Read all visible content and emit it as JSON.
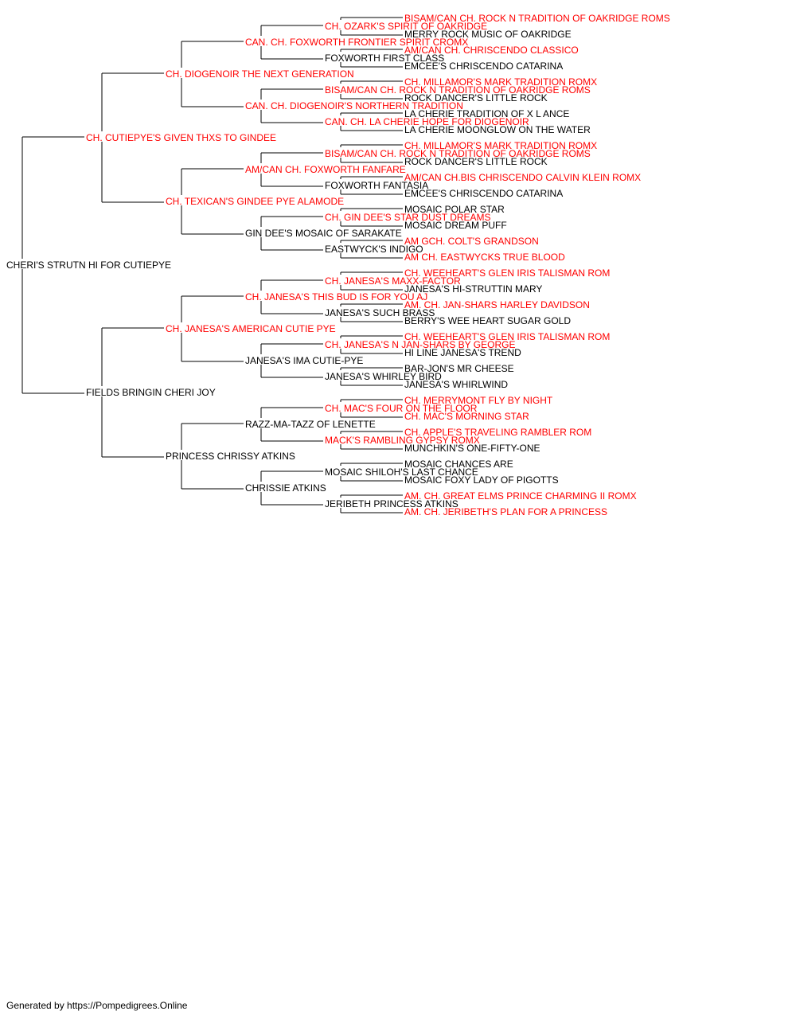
{
  "colors": {
    "champion": "#ff0000",
    "regular": "#000000",
    "line": "#000000"
  },
  "footer": "Generated by https://Pompedigrees.Online",
  "pedigree": [
    {
      "name": "CHERI'S STRUTN HI FOR CUTIEPYE",
      "champion": false
    },
    {
      "name": "CH. CUTIEPYE'S GIVEN THXS TO GINDEE",
      "champion": true
    },
    {
      "name": "FIELDS BRINGIN CHERI JOY",
      "champion": false
    },
    {
      "name": "CH. DIOGENOIR THE NEXT GENERATION",
      "champion": true
    },
    {
      "name": "CH. TEXICAN'S GINDEE PYE ALAMODE",
      "champion": true
    },
    {
      "name": "CH. JANESA'S AMERICAN CUTIE PYE",
      "champion": true
    },
    {
      "name": "PRINCESS CHRISSY ATKINS",
      "champion": false
    },
    {
      "name": "CAN. CH. FOXWORTH FRONTIER SPIRIT CROMX",
      "champion": true
    },
    {
      "name": "CAN. CH. DIOGENOIR'S NORTHERN TRADITION",
      "champion": true
    },
    {
      "name": "AM/CAN CH. FOXWORTH FANFARE",
      "champion": true
    },
    {
      "name": "GIN DEE'S MOSAIC OF SARAKATE",
      "champion": false
    },
    {
      "name": "CH. JANESA'S THIS BUD IS FOR YOU AJ",
      "champion": true
    },
    {
      "name": "JANESA'S IMA CUTIE-PYE",
      "champion": false
    },
    {
      "name": "RAZZ-MA-TAZZ OF LENETTE",
      "champion": false
    },
    {
      "name": "CHRISSIE ATKINS",
      "champion": false
    },
    {
      "name": "CH. OZARK'S SPIRIT OF OAKRIDGE",
      "champion": true
    },
    {
      "name": "FOXWORTH FIRST CLASS",
      "champion": false
    },
    {
      "name": "BISAM/CAN CH. ROCK N TRADITION OF OAKRIDGE ROMS",
      "champion": true
    },
    {
      "name": "CAN. CH. LA CHERIE HOPE FOR DIOGENOIR",
      "champion": true
    },
    {
      "name": "BISAM/CAN CH. ROCK N TRADITION OF OAKRIDGE ROMS",
      "champion": true
    },
    {
      "name": "FOXWORTH FANTASIA",
      "champion": false
    },
    {
      "name": "CH. GIN DEE'S STAR DUST DREAMS",
      "champion": true
    },
    {
      "name": "EASTWYCK'S INDIGO",
      "champion": false
    },
    {
      "name": "CH. JANESA'S MAXX-FACTOR",
      "champion": true
    },
    {
      "name": "JANESA'S SUCH BRASS",
      "champion": false
    },
    {
      "name": "CH. JANESA'S N JAN-SHARS BY GEORGE",
      "champion": true
    },
    {
      "name": "JANESA'S WHIRLEY BIRD",
      "champion": false
    },
    {
      "name": "CH. MAC'S FOUR ON THE FLOOR",
      "champion": true
    },
    {
      "name": "MACK'S RAMBLING GYPSY ROMX",
      "champion": true
    },
    {
      "name": "MOSAIC SHILOH'S LAST CHANCE",
      "champion": false
    },
    {
      "name": "JERIBETH PRINCESS ATKINS",
      "champion": false
    },
    {
      "name": "BISAM/CAN CH. ROCK N TRADITION OF OAKRIDGE ROMS",
      "champion": true
    },
    {
      "name": "MERRY ROCK MUSIC OF OAKRIDGE",
      "champion": false
    },
    {
      "name": "AM/CAN CH. CHRISCENDO CLASSICO",
      "champion": true
    },
    {
      "name": "EMCEE'S CHRISCENDO CATARINA",
      "champion": false
    },
    {
      "name": "CH. MILLAMOR'S MARK TRADITION ROMX",
      "champion": true
    },
    {
      "name": "ROCK DANCER'S LITTLE ROCK",
      "champion": false
    },
    {
      "name": "LA CHERIE TRADITION OF X L ANCE",
      "champion": false
    },
    {
      "name": "LA CHERIE MOONGLOW ON THE WATER",
      "champion": false
    },
    {
      "name": "CH. MILLAMOR'S MARK TRADITION ROMX",
      "champion": true
    },
    {
      "name": "ROCK DANCER'S LITTLE ROCK",
      "champion": false
    },
    {
      "name": "AM/CAN CH.BIS CHRISCENDO CALVIN KLEIN ROMX",
      "champion": true
    },
    {
      "name": "EMCEE'S CHRISCENDO CATARINA",
      "champion": false
    },
    {
      "name": "MOSAIC POLAR STAR",
      "champion": false
    },
    {
      "name": "MOSAIC DREAM PUFF",
      "champion": false
    },
    {
      "name": "AM GCH. COLT'S GRANDSON",
      "champion": true
    },
    {
      "name": "AM CH. EASTWYCKS TRUE BLOOD",
      "champion": true
    },
    {
      "name": "CH. WEEHEART'S GLEN IRIS TALISMAN ROM",
      "champion": true
    },
    {
      "name": "JANESA'S HI-STRUTTIN MARY",
      "champion": false
    },
    {
      "name": "AM. CH. JAN-SHARS HARLEY DAVIDSON",
      "champion": true
    },
    {
      "name": "BERRY'S WEE HEART SUGAR GOLD",
      "champion": false
    },
    {
      "name": "CH. WEEHEART'S GLEN IRIS TALISMAN ROM",
      "champion": true
    },
    {
      "name": "HI LINE JANESA'S TREND",
      "champion": false
    },
    {
      "name": "BAR-JON'S MR CHEESE",
      "champion": false
    },
    {
      "name": "JANESA'S WHIRLWIND",
      "champion": false
    },
    {
      "name": "CH. MERRYMONT FLY BY NIGHT",
      "champion": true
    },
    {
      "name": "CH. MAC'S MORNING STAR",
      "champion": true
    },
    {
      "name": "CH. APPLE'S TRAVELING RAMBLER ROM",
      "champion": true
    },
    {
      "name": "MUNCHKIN'S ONE-FIFTY-ONE",
      "champion": false
    },
    {
      "name": "MOSAIC CHANCES ARE",
      "champion": false
    },
    {
      "name": "MOSAIC FOXY LADY OF PIGOTTS",
      "champion": false
    },
    {
      "name": "AM. CH. GREAT ELMS PRINCE CHARMING II ROMX",
      "champion": true
    },
    {
      "name": "AM. CH. JERIBETH'S PLAN FOR A PRINCESS",
      "champion": true
    }
  ]
}
